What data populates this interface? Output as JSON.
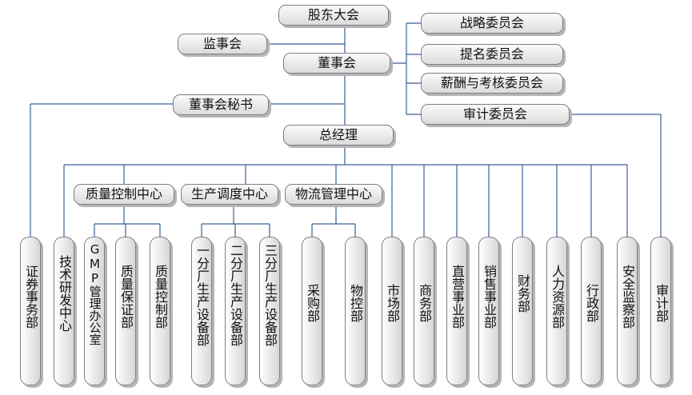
{
  "top": {
    "shareholders": "股东大会",
    "supervisors": "监事会",
    "board": "董事会",
    "board_secretary": "董事会秘书",
    "general_manager": "总经理"
  },
  "committees": {
    "strategy": "战略委员会",
    "nomination": "提名委员会",
    "compensation": "薪酬与考核委员会",
    "audit": "审计委员会"
  },
  "centers": {
    "quality": "质量控制中心",
    "production": "生产调度中心",
    "logistics": "物流管理中心"
  },
  "departments": {
    "securities": "证券事务部",
    "tech": "技术研发中心",
    "gmp": "GMP管理办公室",
    "qa": "质量保证部",
    "qc": "质量控制部",
    "branch1": "一分厂生产设备部",
    "branch2": "二分厂生产设备部",
    "branch3": "三分厂生产设备部",
    "purchasing": "采购部",
    "material": "物控部",
    "market": "市场部",
    "business": "商务部",
    "direct": "直营事业部",
    "sales": "销售事业部",
    "finance": "财务部",
    "hr": "人力资源部",
    "admin": "行政部",
    "safety": "安全监察部",
    "audit": "审计部"
  },
  "colors": {
    "line_blue": "#3a5f96",
    "box_border": "#7f7f7f"
  }
}
